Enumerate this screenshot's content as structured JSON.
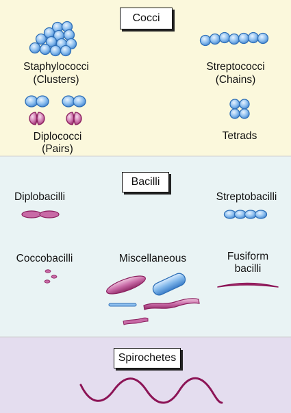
{
  "panels": {
    "cocci": {
      "title": "Cocci",
      "background": "#fbf8dc",
      "labels": {
        "staphylococci": "Staphylococci",
        "staphylococci_sub": "(Clusters)",
        "streptococci": "Streptococci",
        "streptococci_sub": "(Chains)",
        "diplococci": "Diplococci",
        "diplococci_sub": "(Pairs)",
        "tetrads": "Tetrads"
      }
    },
    "bacilli": {
      "title": "Bacilli",
      "background": "#e9f3f4",
      "labels": {
        "diplobacilli": "Diplobacilli",
        "streptobacilli": "Streptobacilli",
        "coccobacilli": "Coccobacilli",
        "miscellaneous": "Miscellaneous",
        "fusiform_1": "Fusiform",
        "fusiform_2": "bacilli"
      }
    },
    "spirochetes": {
      "title": "Spirochetes",
      "background": "#e4ddef"
    }
  },
  "colors": {
    "blue": "#7fb6ea",
    "blue_dark": "#2e6fb7",
    "magenta": "#c86aa6",
    "magenta_dark": "#8a1f5e",
    "spiral": "#8c1456",
    "divider": "#c9c9c9"
  }
}
